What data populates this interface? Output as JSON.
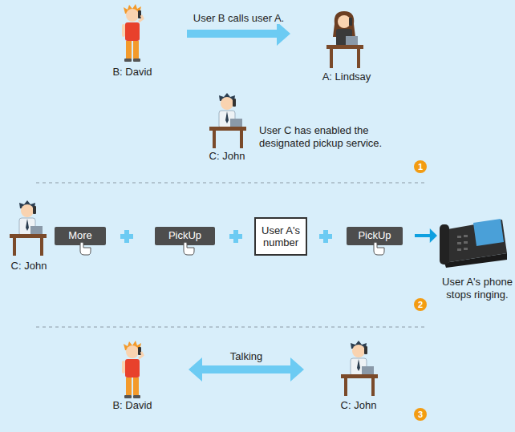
{
  "diagram": {
    "nodes": [
      {
        "text": [
          "B: David"
        ]
      },
      {
        "text": [
          "A: Lindsay"
        ]
      },
      {
        "text": [
          "C: John"
        ]
      },
      {
        "text": [
          "C: John"
        ]
      },
      {
        "text": [
          "More"
        ]
      },
      {
        "text": [
          "PickUp"
        ]
      },
      {
        "text": [
          "User A's number"
        ]
      },
      {
        "text": [
          "PickUp"
        ]
      },
      {
        "text": [
          "User A's phone stops ringing."
        ]
      },
      {
        "text": [
          "B: David"
        ]
      },
      {
        "text": [
          "C: John"
        ]
      }
    ],
    "edges": [
      {
        "from": 0,
        "to": 1,
        "arrow": "to",
        "label": "User B calls user A."
      },
      {
        "from": 7,
        "to": 8,
        "arrow": "to"
      },
      {
        "from": 9,
        "to": 10,
        "arrow": "both",
        "label": "Talking"
      }
    ],
    "labels": [
      "User C has enabled the designated pickup service.",
      "1",
      "2",
      "3"
    ]
  }
}
